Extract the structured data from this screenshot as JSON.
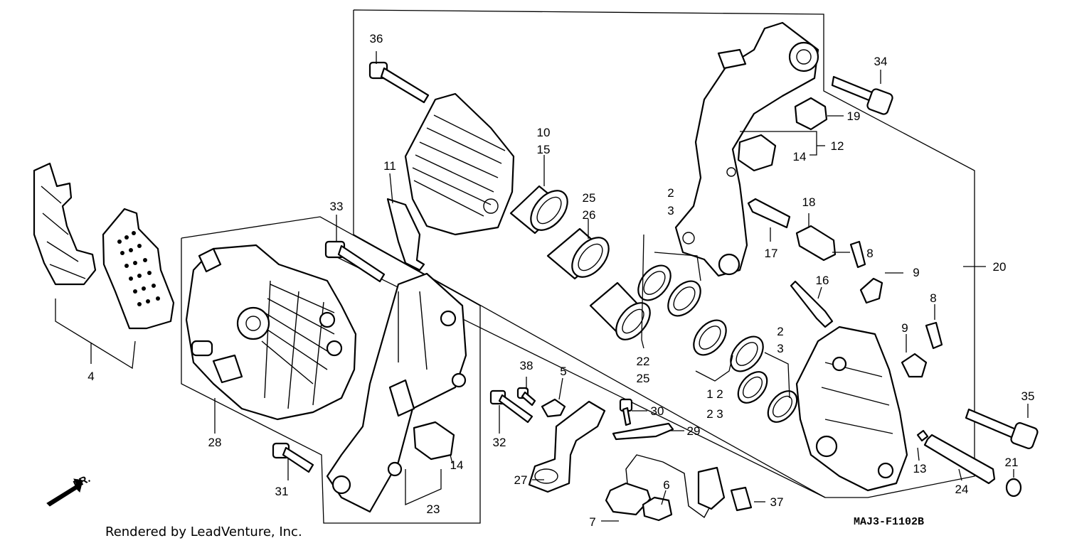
{
  "diagram": {
    "code": "MAJ3-F1102B",
    "credit": "Rendered by LeadVenture, Inc.",
    "direction": "FR.",
    "labels": [
      "1",
      "2",
      "2",
      "3",
      "2",
      "3",
      "2",
      "3",
      "4",
      "5",
      "6",
      "7",
      "8",
      "8",
      "9",
      "9",
      "10",
      "15",
      "11",
      "12",
      "13",
      "14",
      "14",
      "16",
      "17",
      "18",
      "19",
      "20",
      "21",
      "22",
      "25",
      "23",
      "24",
      "25",
      "26",
      "27",
      "28",
      "29",
      "30",
      "31",
      "32",
      "33",
      "34",
      "35",
      "36",
      "37",
      "38"
    ]
  }
}
